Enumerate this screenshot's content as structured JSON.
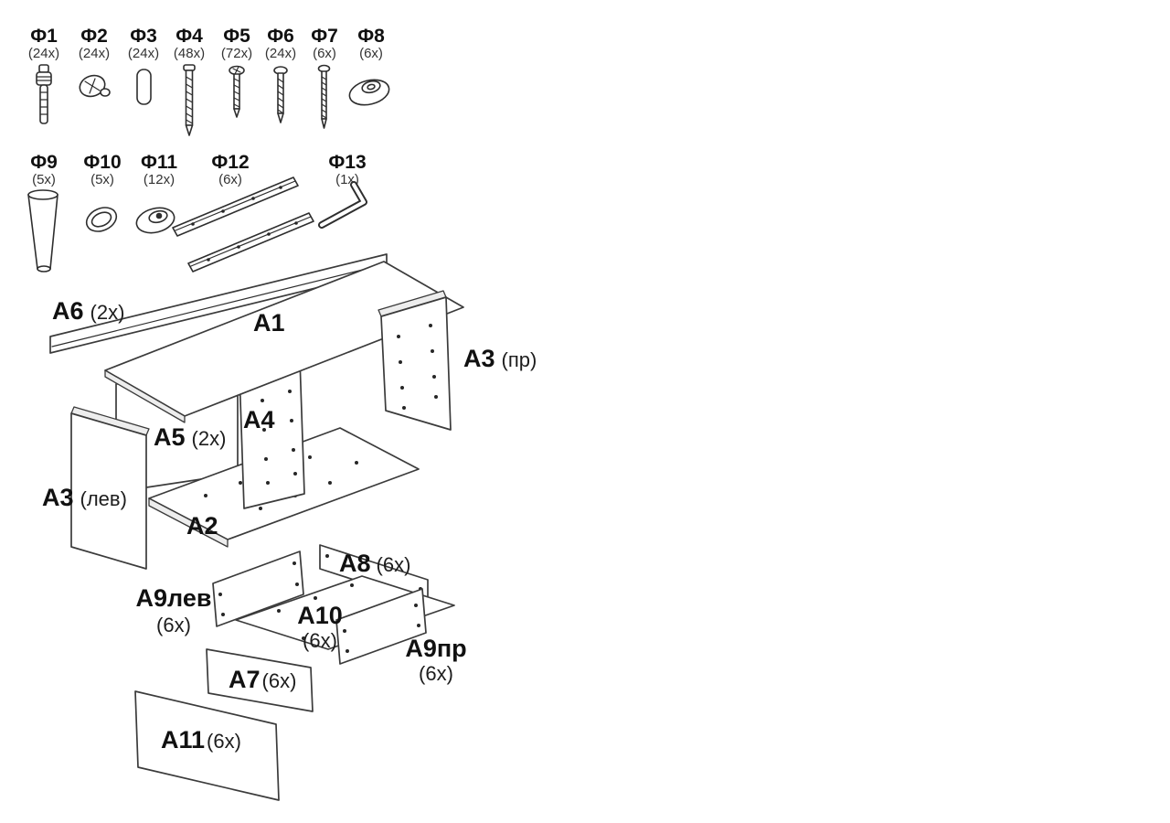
{
  "hardware": {
    "row1": [
      {
        "id": "Ф1",
        "qty": "(24x)",
        "icon": "ribbed-dowel-icon"
      },
      {
        "id": "Ф2",
        "qty": "(24x)",
        "icon": "cam-lock-icon"
      },
      {
        "id": "Ф3",
        "qty": "(24x)",
        "icon": "wooden-dowel-icon"
      },
      {
        "id": "Ф4",
        "qty": "(48x)",
        "icon": "confirmat-screw-icon"
      },
      {
        "id": "Ф5",
        "qty": "(72x)",
        "icon": "screw-icon"
      },
      {
        "id": "Ф6",
        "qty": "(24x)",
        "icon": "wood-screw-icon"
      },
      {
        "id": "Ф7",
        "qty": "(6x)",
        "icon": "thin-screw-icon"
      },
      {
        "id": "Ф8",
        "qty": "(6x)",
        "icon": "cap-washer-icon"
      }
    ],
    "row2": [
      {
        "id": "Ф9",
        "qty": "(5x)",
        "icon": "furniture-leg-icon"
      },
      {
        "id": "Ф10",
        "qty": "(5x)",
        "icon": "oval-ring-icon"
      },
      {
        "id": "Ф11",
        "qty": "(12x)",
        "icon": "nail-glide-icon"
      },
      {
        "id": "Ф12",
        "qty": "(6x)",
        "icon": "drawer-slides-icon"
      },
      {
        "id": "Ф13",
        "qty": "(1x)",
        "icon": "hex-key-icon"
      }
    ]
  },
  "panels": {
    "a6": {
      "label": "A6",
      "qty": "(2x)"
    },
    "a1": {
      "label": "A1",
      "qty": ""
    },
    "a3_right": {
      "label": "A3",
      "qty": "(пр)"
    },
    "a5": {
      "label": "A5",
      "qty": "(2x)"
    },
    "a4": {
      "label": "A4",
      "qty": ""
    },
    "a3_left": {
      "label": "A3",
      "qty": "(лев)"
    },
    "a2": {
      "label": "A2",
      "qty": ""
    },
    "a8": {
      "label": "A8",
      "qty": "(6x)"
    },
    "a9_left": {
      "label": "А9лев",
      "qty": "(6x)"
    },
    "a10": {
      "label": "A10",
      "qty": "(6x)"
    },
    "a9_right": {
      "label": "А9пр",
      "qty": "(6x)"
    },
    "a7": {
      "label": "A7",
      "qty": "(6x)"
    },
    "a11": {
      "label": "A11",
      "qty": "(6x)"
    }
  }
}
